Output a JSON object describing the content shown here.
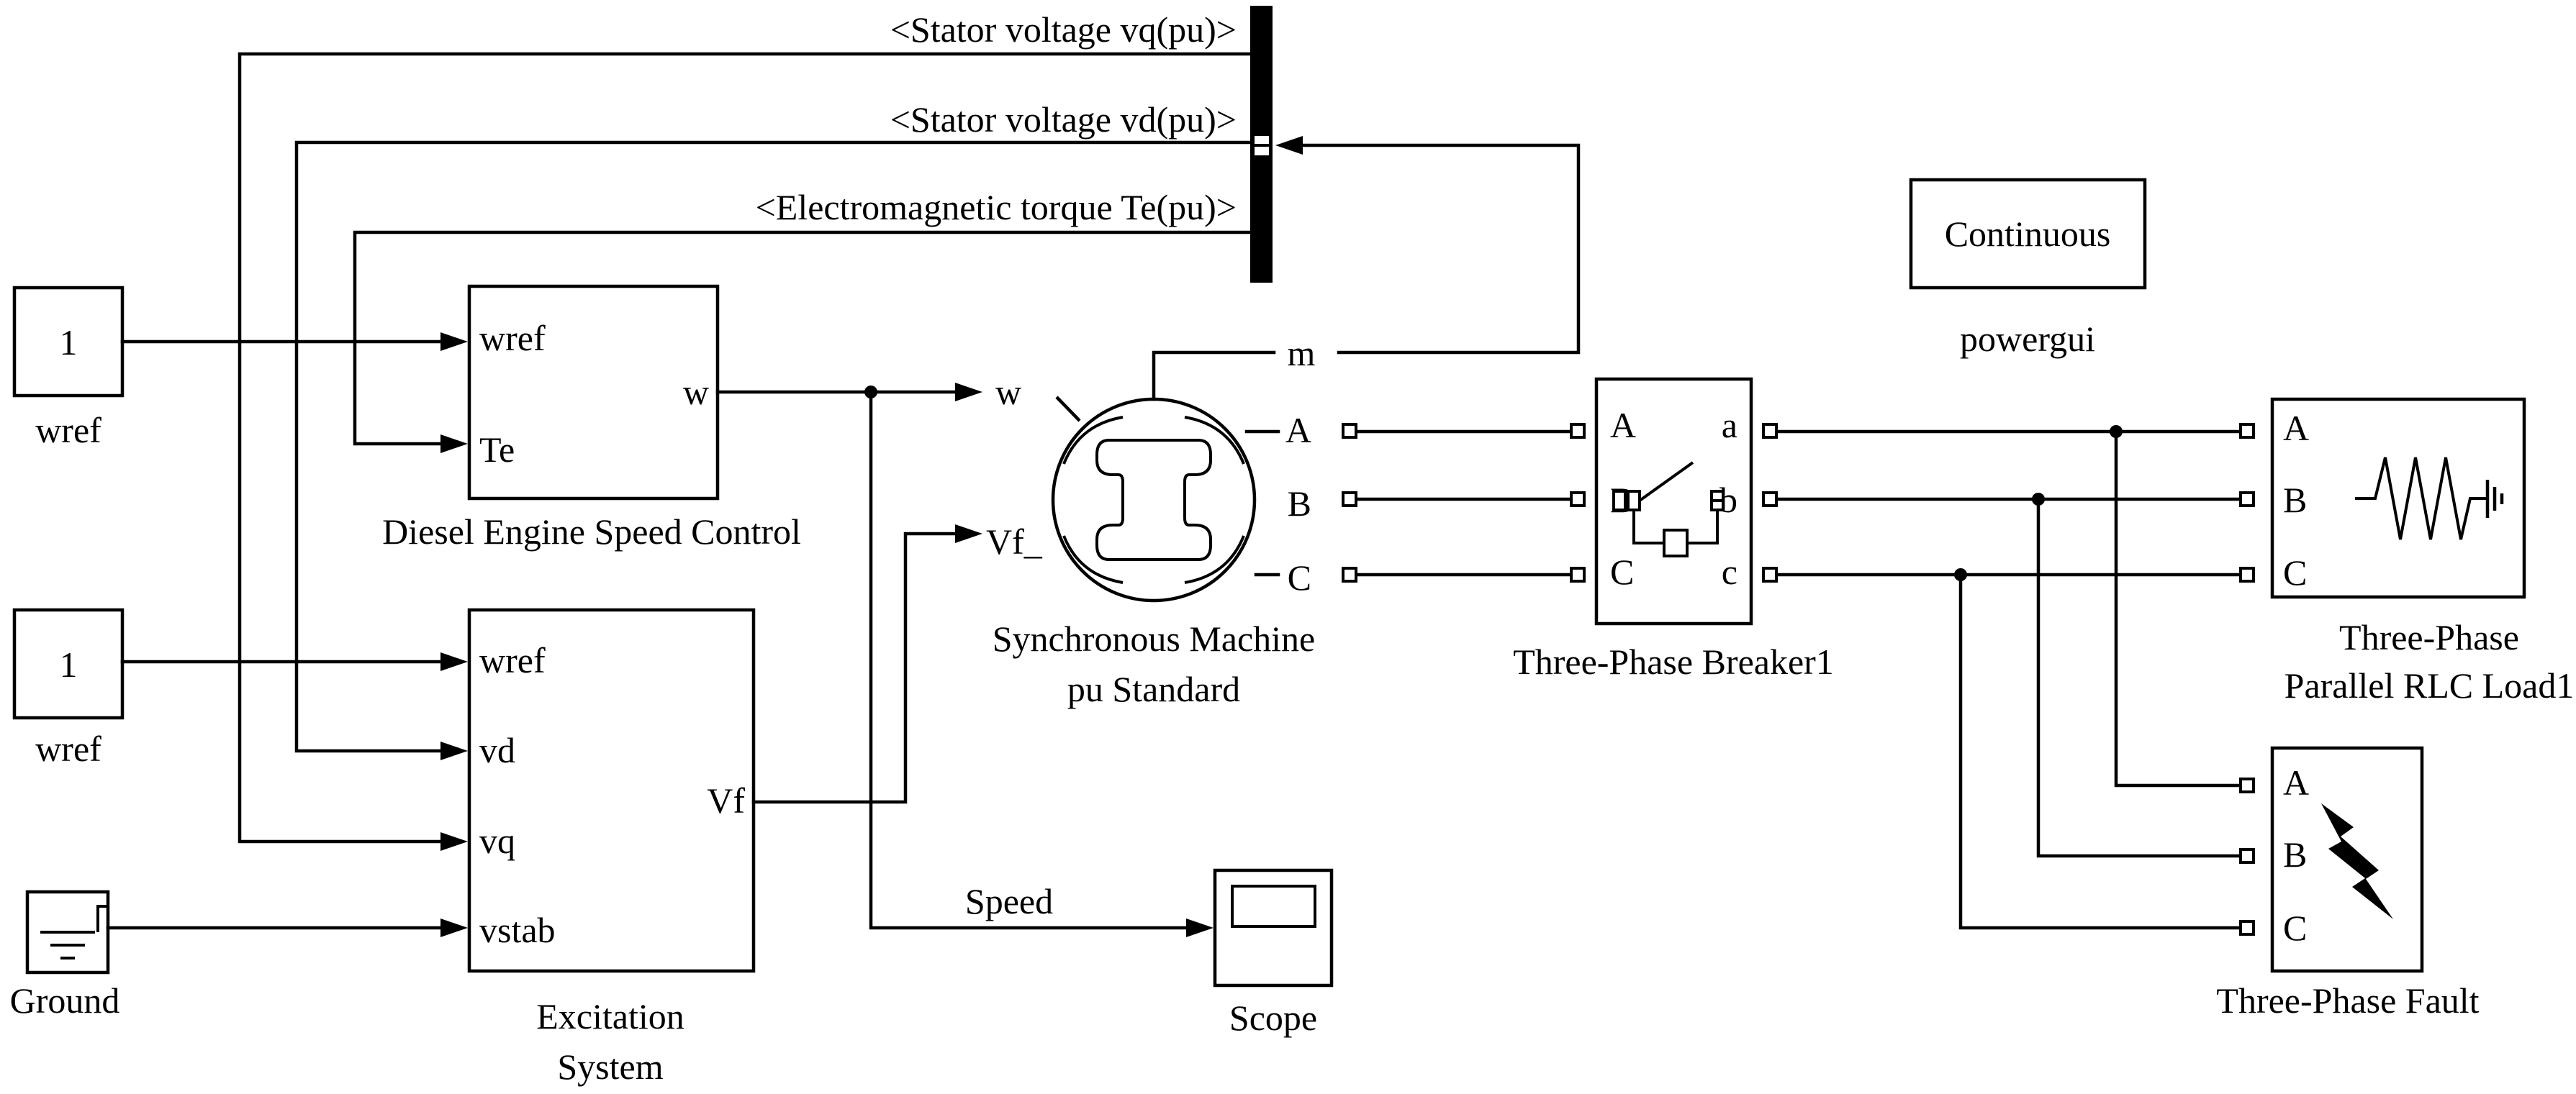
{
  "model": {
    "blocks": {
      "wref1": {
        "value": "1",
        "name": "wref"
      },
      "wref2": {
        "value": "1",
        "name": "wref"
      },
      "ground": {
        "name": "Ground"
      },
      "diesel": {
        "name": "Diesel Engine Speed Control",
        "in1": "wref",
        "in2": "Te",
        "out": "w"
      },
      "excitation": {
        "name_line1": "Excitation",
        "name_line2": "System",
        "in1": "wref",
        "in2": "vd",
        "in3": "vq",
        "in4": "vstab",
        "out": "Vf"
      },
      "machine": {
        "name_line1": "Synchronous Machine",
        "name_line2": "pu Standard",
        "in_w": "w",
        "in_vf": "Vf_",
        "out_m": "m",
        "pA": "A",
        "pB": "B",
        "pC": "C"
      },
      "breaker": {
        "name": "Three-Phase Breaker1",
        "pA": "A",
        "pB": "B",
        "pC": "C",
        "pa": "a",
        "pb": "b",
        "pc": "c"
      },
      "load": {
        "name_line1": "Three-Phase",
        "name_line2": "Parallel RLC Load1",
        "pA": "A",
        "pB": "B",
        "pC": "C"
      },
      "fault": {
        "name": "Three-Phase Fault",
        "pA": "A",
        "pB": "B",
        "pC": "C"
      },
      "scope": {
        "name": "Scope"
      },
      "powergui": {
        "mode": "Continuous",
        "name": "powergui"
      }
    },
    "signals": {
      "vq": "<Stator voltage vq(pu)>",
      "vd": "<Stator voltage vd(pu)>",
      "te": "<Electromagnetic torque Te(pu)>",
      "speed": "Speed"
    }
  }
}
